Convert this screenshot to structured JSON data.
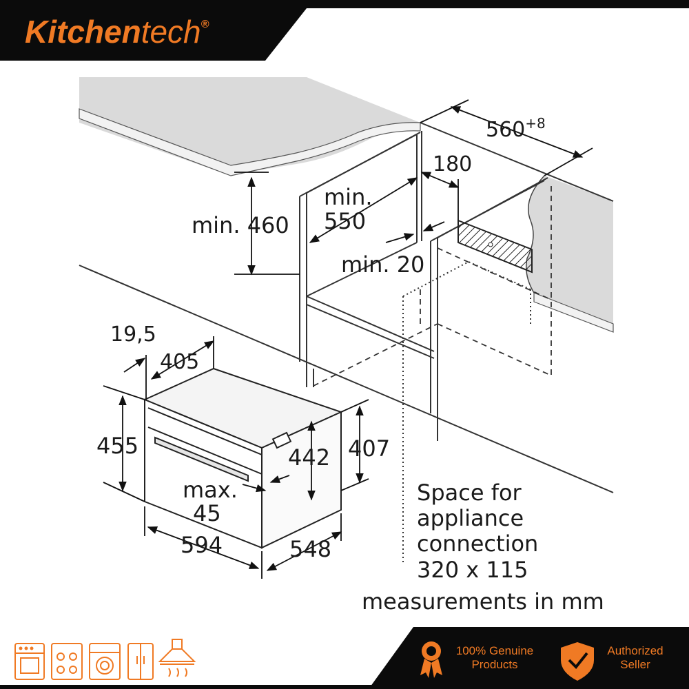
{
  "brand": {
    "name_part1": "Kitchen",
    "name_part2": "tech",
    "registered": "®",
    "accent_color": "#f07a24",
    "banner_color": "#0b0b0b"
  },
  "diagram": {
    "dims": {
      "width_niche": "560",
      "width_niche_tol": "+8",
      "depth_180": "180",
      "min_460": "min. 460",
      "min_550_line1": "min.",
      "min_550_line2": "550",
      "min_20": "min. 20",
      "d19_5": "19,5",
      "d405": "405",
      "d455": "455",
      "d407": "407",
      "d442": "442",
      "max45_line1": "max.",
      "max45_line2": "45",
      "d594": "594",
      "d548": "548"
    },
    "space_note": [
      "Space for",
      "appliance",
      "connection",
      "320 x 115"
    ],
    "units_note": "measurements in mm"
  },
  "footer": {
    "icons": [
      "oven-icon",
      "cooktop-icon",
      "washing-machine-icon",
      "fridge-icon",
      "range-hood-icon"
    ],
    "badges": [
      {
        "line1": "100% Genuine",
        "line2": "Products",
        "icon": "award-ribbon-icon"
      },
      {
        "line1": "Authorized",
        "line2": "Seller",
        "icon": "shield-check-icon"
      }
    ]
  }
}
